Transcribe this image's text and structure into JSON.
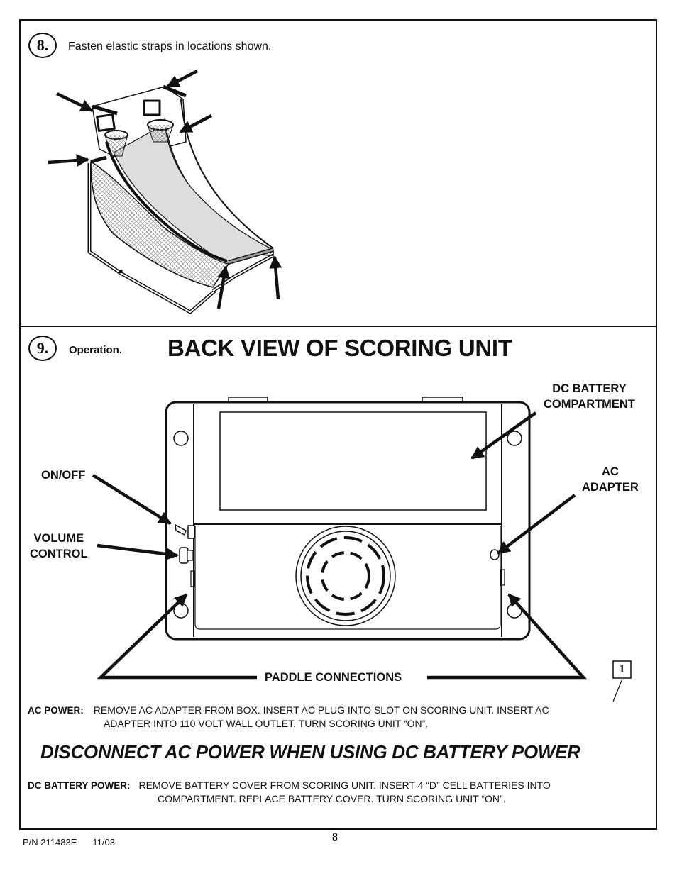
{
  "step8": {
    "number": "8.",
    "instruction": "Fasten elastic straps in locations shown."
  },
  "step9": {
    "number": "9.",
    "label": "Operation.",
    "title": "BACK VIEW OF SCORING UNIT"
  },
  "callouts": {
    "dc_battery_line1": "DC BATTERY",
    "dc_battery_line2": "COMPARTMENT",
    "ac_adapter_line1": "AC",
    "ac_adapter_line2": "ADAPTER",
    "on_off": "ON/OFF",
    "volume_line1": "VOLUME",
    "volume_line2": "CONTROL",
    "paddle": "PADDLE CONNECTIONS",
    "ref_box": "1"
  },
  "ac_power": {
    "label": "AC POWER:",
    "line1": "REMOVE AC ADAPTER FROM BOX. INSERT AC PLUG INTO SLOT ON SCORING UNIT. INSERT AC",
    "line2": "ADAPTER INTO 110 VOLT WALL OUTLET. TURN SCORING UNIT “ON”."
  },
  "warning": "DISCONNECT AC POWER WHEN USING DC BATTERY POWER",
  "dc_power": {
    "label": "DC BATTERY POWER:",
    "line1": "REMOVE BATTERY COVER FROM SCORING UNIT. INSERT 4 “D” CELL BATTERIES INTO",
    "line2": "COMPARTMENT. REPLACE BATTERY COVER. TURN SCORING UNIT “ON”."
  },
  "footer": {
    "part_number": "P/N 211483E",
    "date": "11/03",
    "page": "8"
  }
}
